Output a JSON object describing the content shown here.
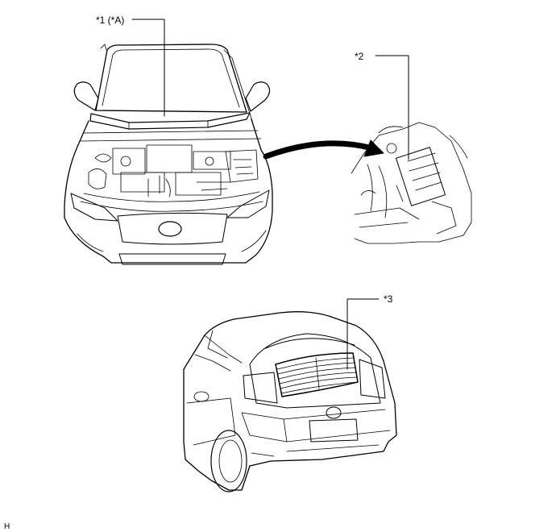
{
  "callouts": {
    "c1": "*1 (*A)",
    "c2": "*2",
    "c3": "*3"
  },
  "corner_code": "H",
  "colors": {
    "line": "#000000",
    "background": "#ffffff"
  }
}
